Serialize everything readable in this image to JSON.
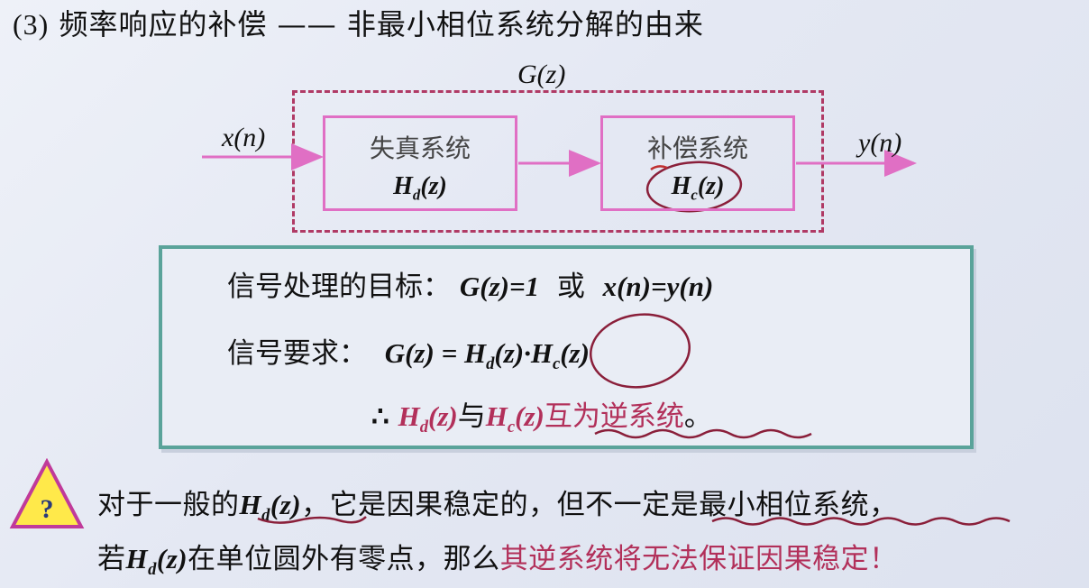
{
  "title": {
    "number": "(3)",
    "text": "频率响应的补偿 —— 非最小相位系统分解的由来"
  },
  "diagram": {
    "overall_label": "G(z)",
    "input_signal": "x(n)",
    "output_signal": "y(n)",
    "blocks": [
      {
        "name": "失真系统",
        "func": "H",
        "sub": "d",
        "arg": "(z)"
      },
      {
        "name": "补偿系统",
        "func": "H",
        "sub": "c",
        "arg": "(z)"
      }
    ]
  },
  "panel": {
    "line1_prefix": "信号处理的目标：",
    "line1_expr1": "G(z)=1",
    "line1_or": "或",
    "line1_expr2": "x(n)=y(n)",
    "line2_prefix": "信号要求：",
    "line2_expr": "G(z) = H",
    "line2_sub1": "d",
    "line2_mid": "(z)·H",
    "line2_sub2": "c",
    "line2_end": "(z)",
    "line3_therefore": "∴",
    "line3_h1": "H",
    "line3_sub1": "d",
    "line3_arg1": "(z)",
    "line3_and": "与",
    "line3_h2": "H",
    "line3_sub2": "c",
    "line3_arg2": "(z)",
    "line3_text": "互为逆系统",
    "line3_end": "。"
  },
  "question": {
    "icon_glyph": "?",
    "line1_a": "对于一般的",
    "line1_h": "H",
    "line1_sub": "d",
    "line1_arg": "(z)",
    "line1_b": "，它是因果稳定的，但不一定是最小相位系统，",
    "line2_a": "若",
    "line2_h": "H",
    "line2_sub": "d",
    "line2_arg": "(z)",
    "line2_b": "在单位圆外有零点，那么",
    "line2_c": "其逆系统将无法保证因果稳定！"
  },
  "colors": {
    "accent_red": "#b2305a",
    "dashed_border": "#b03a65",
    "block_border": "#e06fc4",
    "panel_border": "#5aa39a"
  }
}
